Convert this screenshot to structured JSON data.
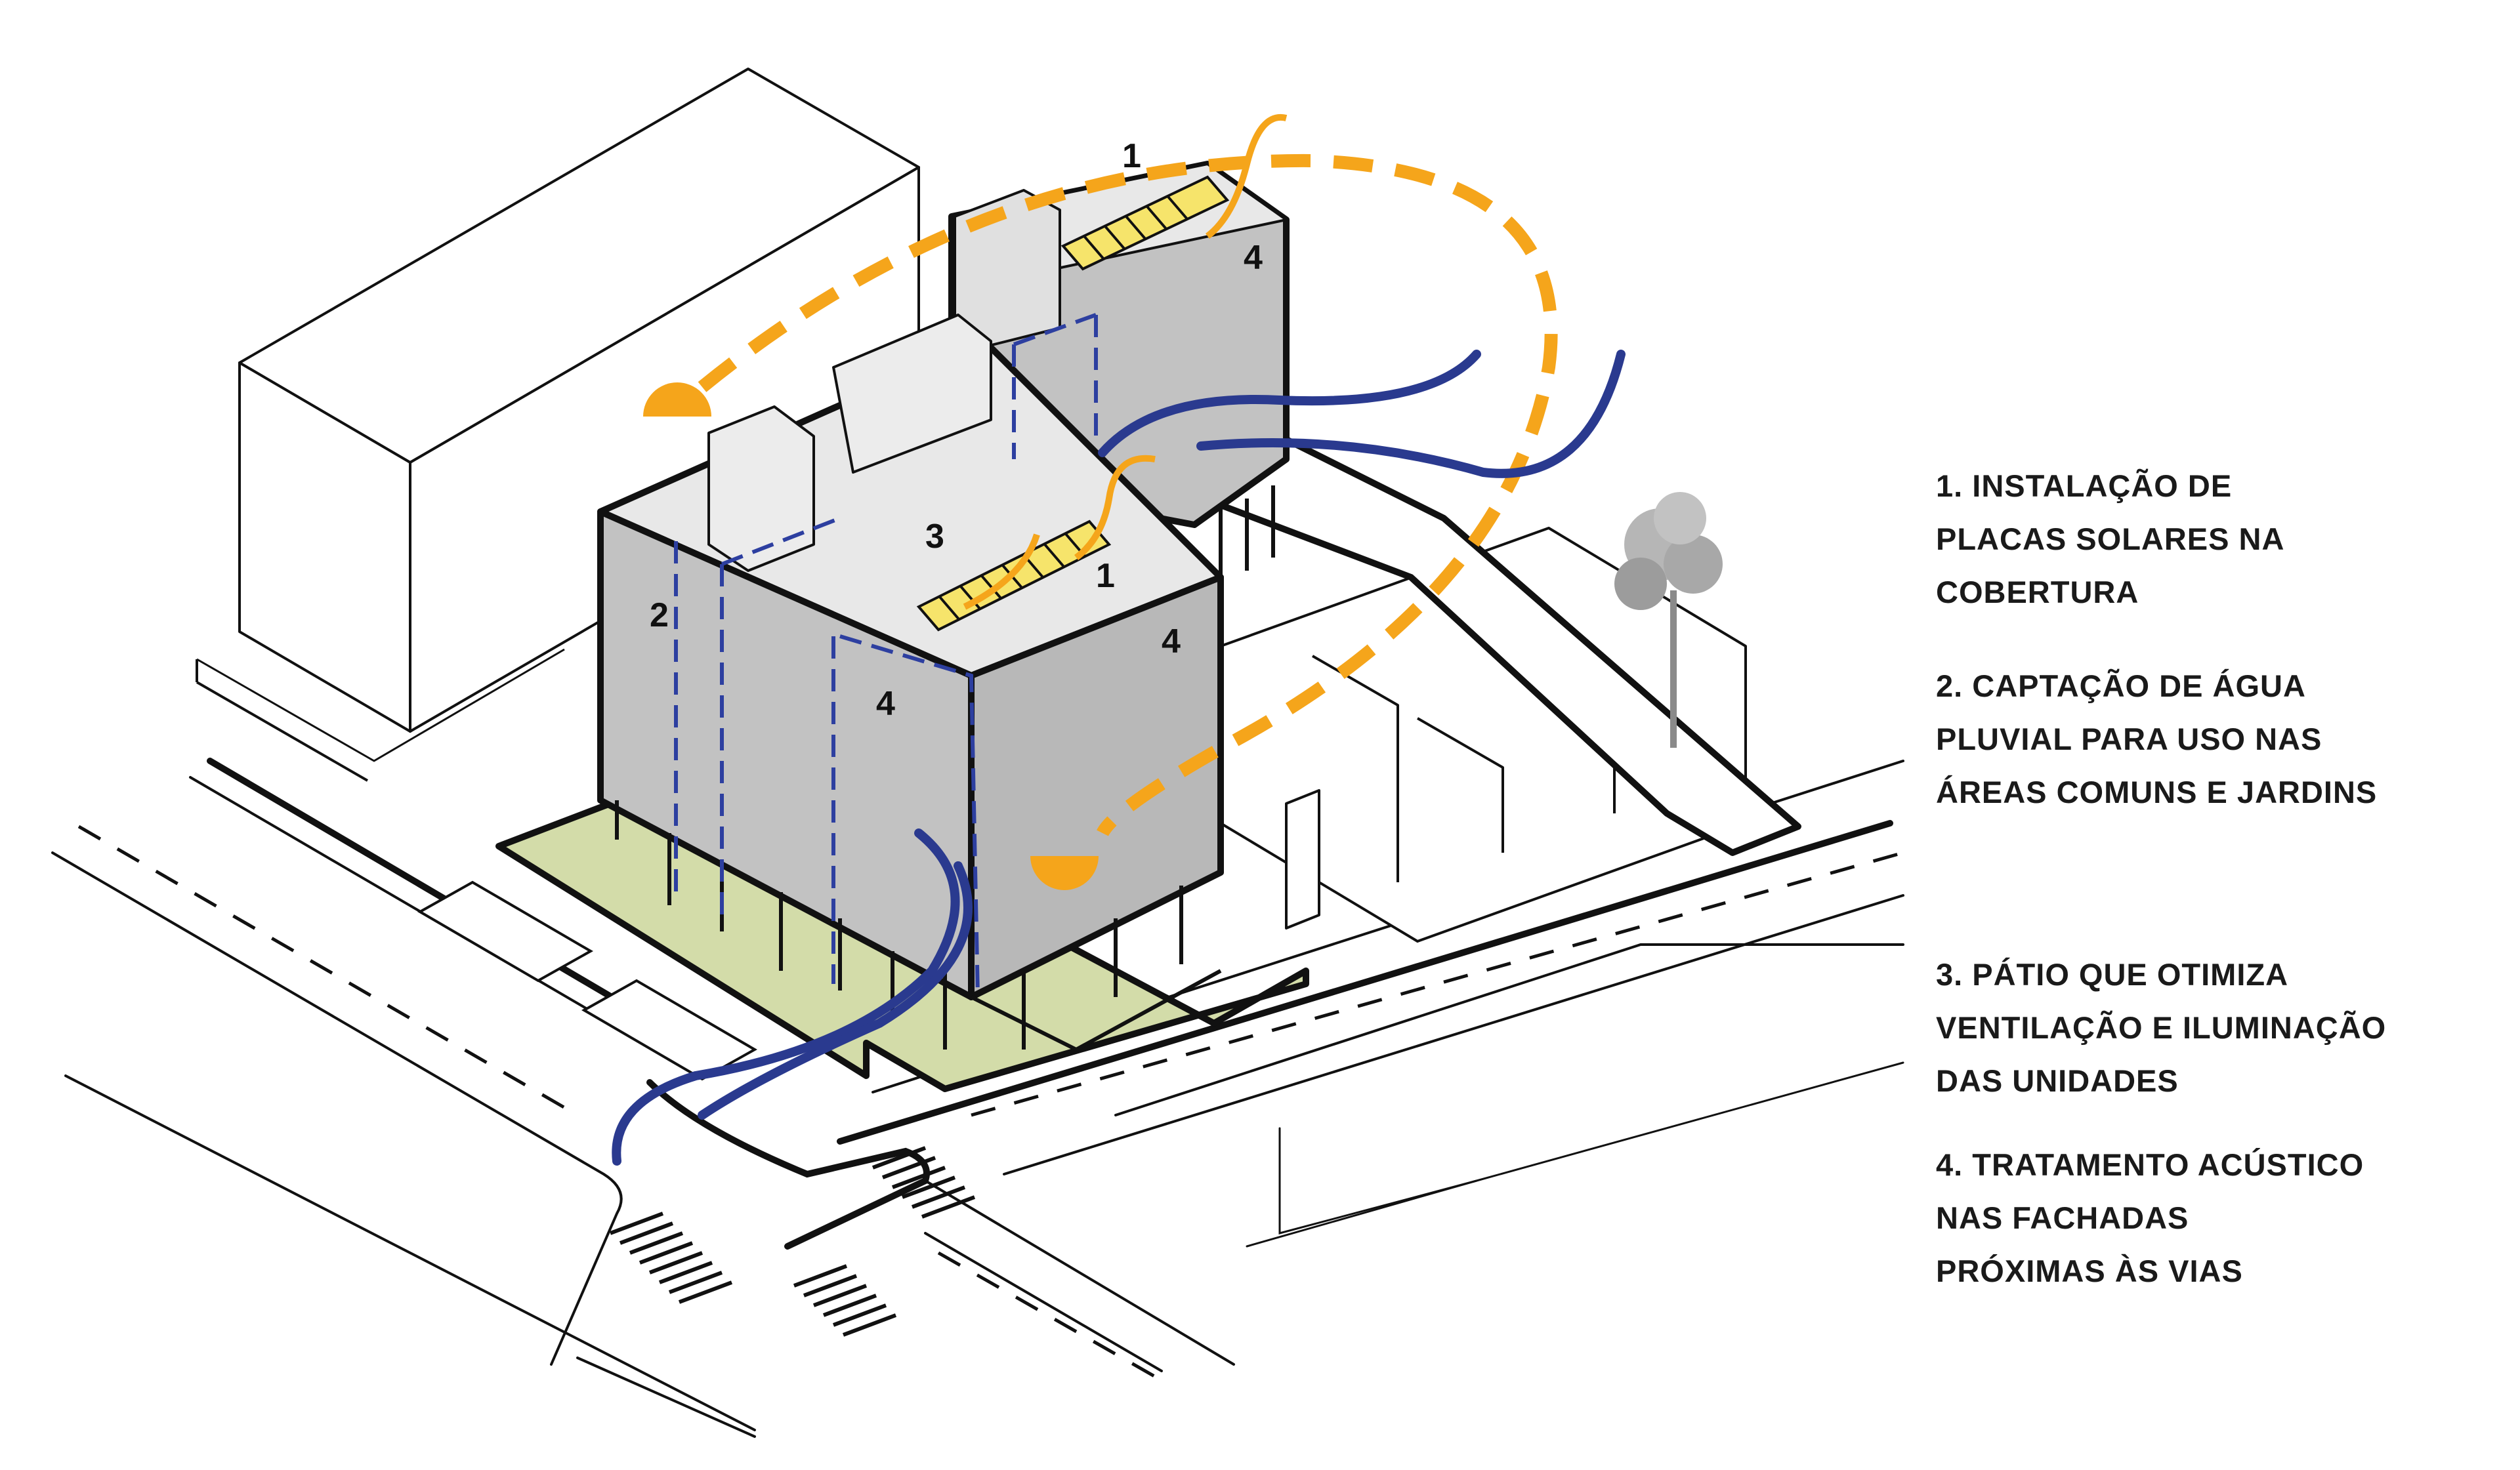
{
  "diagram": {
    "markers": {
      "solar_roof_right": "1",
      "solar_roof_left": "1",
      "rain_water": "2",
      "courtyard": "3",
      "acoustic_right": "4",
      "acoustic_front": "4",
      "acoustic_left": "4"
    },
    "colors": {
      "sun_path": "#f5a51b",
      "wind": "#2a3a8f",
      "water_pipes": "#2d3fa0",
      "solar_panels": "#f6e46b",
      "ground_garden": "#d3dca9",
      "building_facade": "#c2c2c2",
      "building_roof": "#e8e8e8",
      "tree": "#8a8a8a"
    }
  },
  "legend": [
    {
      "lines": [
        "1. INSTALAÇÃO DE",
        "PLACAS SOLARES NA",
        "COBERTURA"
      ]
    },
    {
      "lines": [
        "2. CAPTAÇÃO DE ÁGUA",
        "PLUVIAL PARA USO NAS",
        "ÁREAS COMUNS E JARDINS"
      ]
    },
    {
      "lines": [
        "3. PÁTIO QUE OTIMIZA",
        "VENTILAÇÃO E ILUMINAÇÃO",
        "DAS UNIDADES"
      ]
    },
    {
      "lines": [
        "4. TRATAMENTO ACÚSTICO",
        "NAS FACHADAS",
        "PRÓXIMAS ÀS VIAS"
      ]
    }
  ]
}
